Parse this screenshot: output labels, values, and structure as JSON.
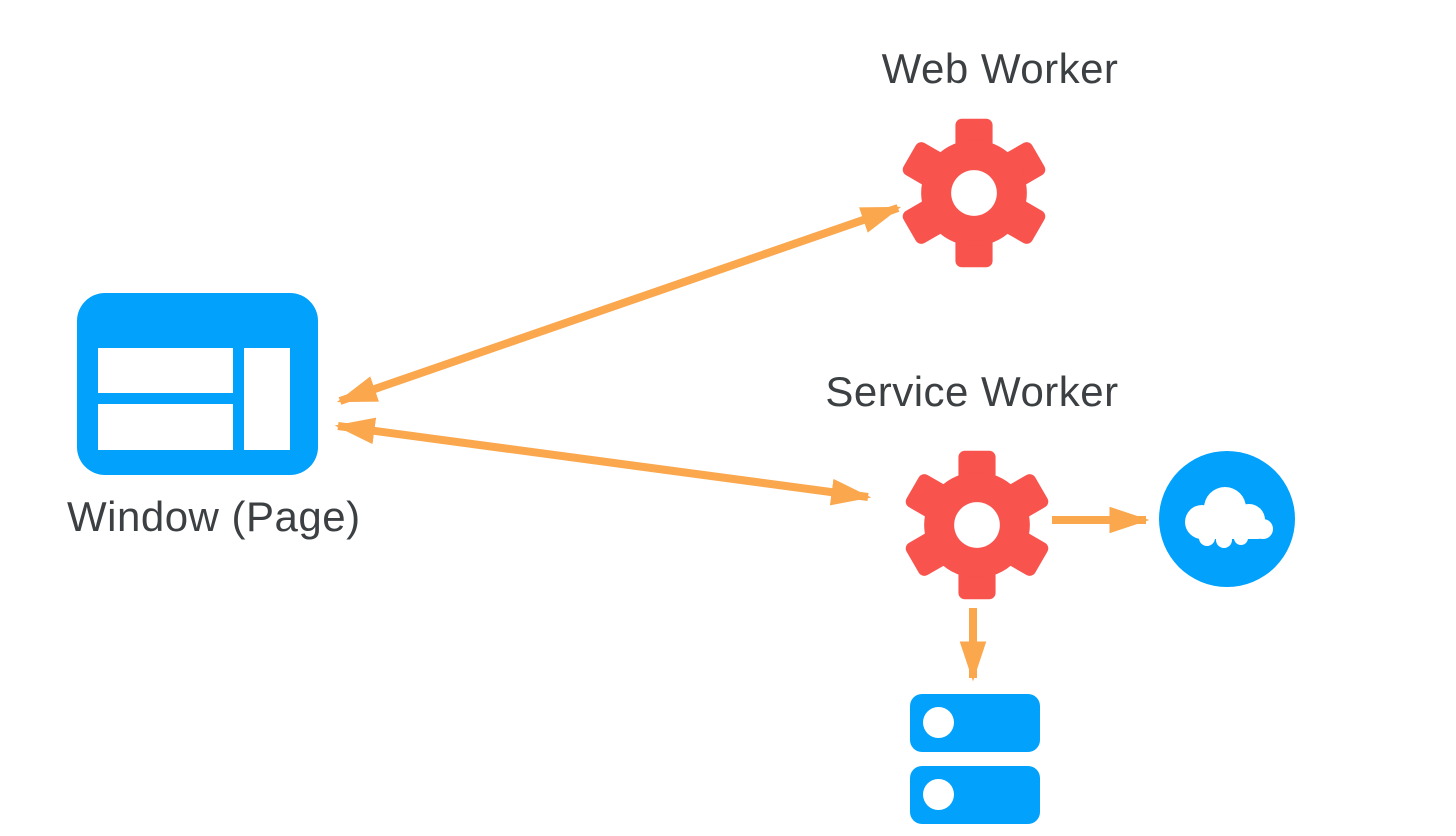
{
  "diagram": {
    "type": "architecture-diagram",
    "nodes": {
      "window": {
        "label": "Window (Page)",
        "icon": "browser-window-icon"
      },
      "web_worker": {
        "label": "Web Worker",
        "icon": "gear-icon"
      },
      "service_worker": {
        "label": "Service Worker",
        "icon": "gear-icon"
      },
      "network": {
        "label": "",
        "icon": "cloud-icon"
      },
      "storage": {
        "label": "",
        "icon": "storage-stack-icon"
      }
    },
    "edges": [
      {
        "from": "window",
        "to": "web_worker",
        "direction": "bidirectional"
      },
      {
        "from": "window",
        "to": "service_worker",
        "direction": "bidirectional"
      },
      {
        "from": "service_worker",
        "to": "network",
        "direction": "one-way"
      },
      {
        "from": "service_worker",
        "to": "storage",
        "direction": "one-way"
      }
    ],
    "colors": {
      "blue": "#01a1fc",
      "red": "#f9534e",
      "orange": "#faa74d",
      "text": "#3c4043",
      "background": "#ffffff"
    }
  }
}
